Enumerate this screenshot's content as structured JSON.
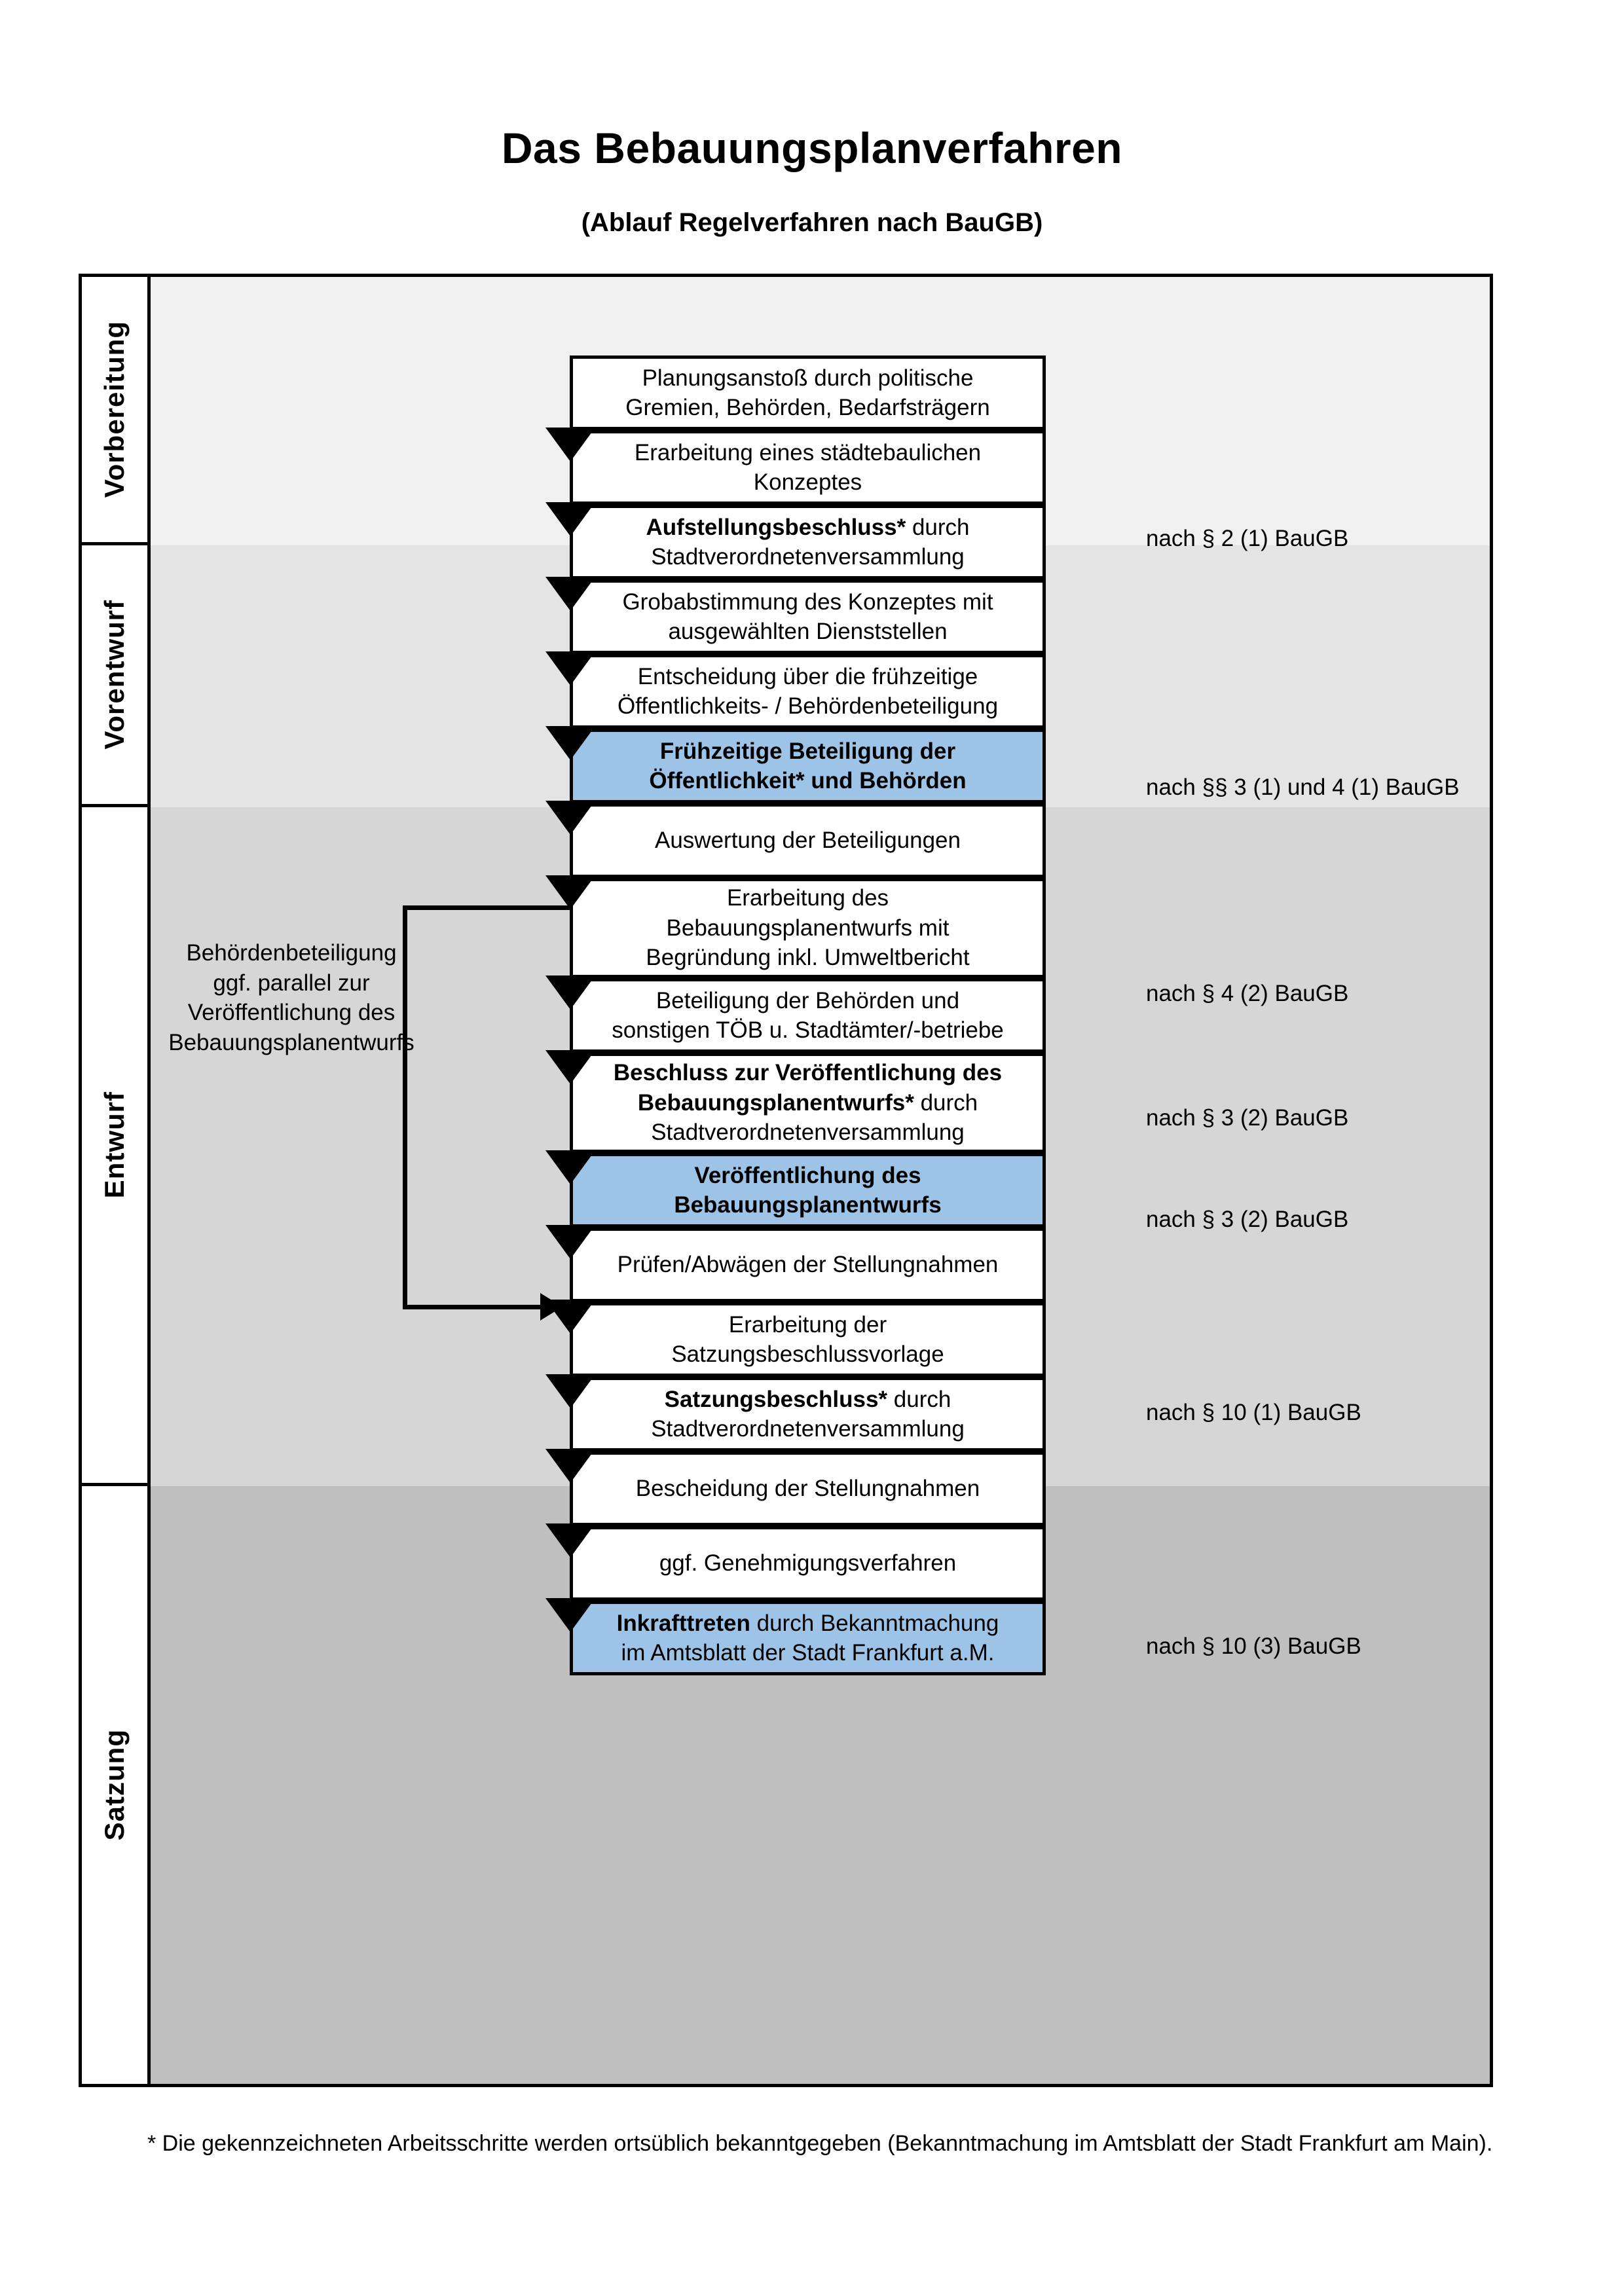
{
  "header": {
    "title": "Das Bebauungsplanverfahren",
    "subtitle": "(Ablauf Regelverfahren nach BauGB)"
  },
  "colors": {
    "highlight_box": "#9DC3E6",
    "band_vorbereitung": "#F0F0F0",
    "band_vorentwurf": "#E4E4E4",
    "band_entwurf": "#D6D6D6",
    "band_satzung": "#BFBFBF",
    "outline": "#000000"
  },
  "phases": [
    {
      "label": "Vorbereitung"
    },
    {
      "label": "Vorentwurf"
    },
    {
      "label": "Entwurf"
    },
    {
      "label": "Satzung"
    }
  ],
  "steps": [
    {
      "id": "planungsanstoss",
      "phase": "Vorbereitung",
      "highlight": false,
      "lines": [
        {
          "text": "Planungsanstoß durch politische",
          "bold": false
        },
        {
          "text": "Gremien, Behörden, Bedarfsträgern",
          "bold": false
        }
      ]
    },
    {
      "id": "staedtebauliches-konzept",
      "phase": "Vorbereitung",
      "highlight": false,
      "lines": [
        {
          "text": "Erarbeitung eines städtebaulichen",
          "bold": false
        },
        {
          "text": "Konzeptes",
          "bold": false
        }
      ]
    },
    {
      "id": "aufstellungsbeschluss",
      "phase": "Vorbereitung",
      "highlight": false,
      "lines": [
        {
          "text": "Aufstellungsbeschluss*",
          "bold": true
        },
        {
          "text": " durch",
          "bold": false
        },
        {
          "text": "Stadtverordnetenversammlung",
          "bold": false
        }
      ]
    },
    {
      "id": "grobabstimmung",
      "phase": "Vorentwurf",
      "highlight": false,
      "lines": [
        {
          "text": "Grobabstimmung des Konzeptes mit",
          "bold": false
        },
        {
          "text": "ausgewählten Dienststellen",
          "bold": false
        }
      ]
    },
    {
      "id": "entscheidung-fruehzeitige",
      "phase": "Vorentwurf",
      "highlight": false,
      "lines": [
        {
          "text": "Entscheidung über die frühzeitige",
          "bold": false
        },
        {
          "text": "Öffentlichkeits- / Behördenbeteiligung",
          "bold": false
        }
      ]
    },
    {
      "id": "fruehzeitige-beteiligung",
      "phase": "Vorentwurf",
      "highlight": true,
      "lines": [
        {
          "text": "Frühzeitige Beteiligung der",
          "bold": true
        },
        {
          "text": "Öffentlichkeit* und Behörden",
          "bold": true
        }
      ]
    },
    {
      "id": "auswertung-beteiligungen",
      "phase": "Entwurf",
      "highlight": false,
      "lines": [
        {
          "text": "Auswertung der Beteiligungen",
          "bold": false
        }
      ]
    },
    {
      "id": "erarbeitung-bplanentwurf",
      "phase": "Entwurf",
      "highlight": false,
      "lines": [
        {
          "text": "Erarbeitung des",
          "bold": false
        },
        {
          "text": "Bebauungsplanentwurfs mit",
          "bold": false
        },
        {
          "text": "Begründung inkl. Umweltbericht",
          "bold": false
        }
      ]
    },
    {
      "id": "beteiligung-behoerden-toeb",
      "phase": "Entwurf",
      "highlight": false,
      "lines": [
        {
          "text": "Beteiligung der Behörden und",
          "bold": false
        },
        {
          "text": "sonstigen TÖB u. Stadtämter/-betriebe",
          "bold": false
        }
      ]
    },
    {
      "id": "beschluss-veroeffentlichung",
      "phase": "Entwurf",
      "highlight": false,
      "lines": [
        {
          "text": "Beschluss zur Veröffentlichung des",
          "bold": true
        },
        {
          "text": "Bebauungsplanentwurfs*",
          "bold": true
        },
        {
          "text": " durch",
          "bold": false
        },
        {
          "text": "Stadtverordnetenversammlung",
          "bold": false
        }
      ]
    },
    {
      "id": "veroeffentlichung-bplanentwurf",
      "phase": "Entwurf",
      "highlight": true,
      "lines": [
        {
          "text": "Veröffentlichung des",
          "bold": true
        },
        {
          "text": "Bebauungsplanentwurfs",
          "bold": true
        }
      ]
    },
    {
      "id": "pruefen-abwaegen",
      "phase": "Satzung",
      "highlight": false,
      "lines": [
        {
          "text": "Prüfen/Abwägen der Stellungnahmen",
          "bold": false
        }
      ]
    },
    {
      "id": "erarbeitung-satzungsvorlage",
      "phase": "Satzung",
      "highlight": false,
      "lines": [
        {
          "text": "Erarbeitung der",
          "bold": false
        },
        {
          "text": "Satzungsbeschlussvorlage",
          "bold": false
        }
      ]
    },
    {
      "id": "satzungsbeschluss",
      "phase": "Satzung",
      "highlight": false,
      "lines": [
        {
          "text": "Satzungsbeschluss*",
          "bold": true
        },
        {
          "text": " durch",
          "bold": false
        },
        {
          "text": "Stadtverordnetenversammlung",
          "bold": false
        }
      ]
    },
    {
      "id": "bescheidung-stellungnahmen",
      "phase": "Satzung",
      "highlight": false,
      "lines": [
        {
          "text": "Bescheidung der Stellungnahmen",
          "bold": false
        }
      ]
    },
    {
      "id": "genehmigungsverfahren",
      "phase": "Satzung",
      "highlight": false,
      "lines": [
        {
          "text": "ggf. Genehmigungsverfahren",
          "bold": false
        }
      ]
    },
    {
      "id": "inkrafttreten",
      "phase": "Satzung",
      "highlight": true,
      "lines": [
        {
          "text": "Inkrafttreten",
          "bold": true
        },
        {
          "text": " durch Bekanntmachung",
          "bold": false
        },
        {
          "text": "im Amtsblatt der Stadt Frankfurt a.M.",
          "bold": false
        }
      ]
    }
  ],
  "step_text": {
    "planungsanstoss_l1": "Planungsanstoß durch politische",
    "planungsanstoss_l2": "Gremien, Behörden, Bedarfsträgern",
    "konzept_l1": "Erarbeitung eines städtebaulichen",
    "konzept_l2": "Konzeptes",
    "aufstellung_b": "Aufstellungsbeschluss*",
    "aufstellung_n": " durch",
    "aufstellung_l2": "Stadtverordnetenversammlung",
    "grobabstimmung_l1": "Grobabstimmung des Konzeptes mit",
    "grobabstimmung_l2": "ausgewählten Dienststellen",
    "entscheidung_l1": "Entscheidung über die frühzeitige",
    "entscheidung_l2": "Öffentlichkeits- / Behördenbeteiligung",
    "fruehbeteiligung_l1": "Frühzeitige Beteiligung der",
    "fruehbeteiligung_l2": "Öffentlichkeit* und Behörden",
    "auswertung_l1": "Auswertung der Beteiligungen",
    "erarbeitung_l1": "Erarbeitung des",
    "erarbeitung_l2": "Bebauungsplanentwurfs mit",
    "erarbeitung_l3": "Begründung inkl. Umweltbericht",
    "toeb_l1": "Beteiligung der Behörden und",
    "toeb_l2": "sonstigen TÖB u. Stadtämter/-betriebe",
    "beschluss_b1": "Beschluss zur Veröffentlichung des",
    "beschluss_b2": "Bebauungsplanentwurfs*",
    "beschluss_n2": " durch",
    "beschluss_l3": "Stadtverordnetenversammlung",
    "veroeff_l1": "Veröffentlichung des",
    "veroeff_l2": "Bebauungsplanentwurfs",
    "pruefen_l1": "Prüfen/Abwägen der Stellungnahmen",
    "satzungsvorlage_l1": "Erarbeitung der",
    "satzungsvorlage_l2": "Satzungsbeschlussvorlage",
    "satzungsbeschluss_b": "Satzungsbeschluss*",
    "satzungsbeschluss_n": " durch",
    "satzungsbeschluss_l2": "Stadtverordnetenversammlung",
    "bescheidung_l1": "Bescheidung der Stellungnahmen",
    "genehmigung_l1": "ggf. Genehmigungsverfahren",
    "inkraft_b": "Inkrafttreten",
    "inkraft_n": " durch Bekanntmachung",
    "inkraft_l2": "im Amtsblatt der Stadt Frankfurt a.M."
  },
  "references": [
    {
      "id": "ref-2-1",
      "text": "nach § 2 (1) BauGB"
    },
    {
      "id": "ref-3-1-4-1",
      "text": "nach §§ 3 (1) und 4 (1) BauGB"
    },
    {
      "id": "ref-4-2",
      "text": "nach § 4 (2) BauGB"
    },
    {
      "id": "ref-3-2a",
      "text": "nach § 3 (2) BauGB"
    },
    {
      "id": "ref-3-2b",
      "text": "nach § 3 (2) BauGB"
    },
    {
      "id": "ref-10-1",
      "text": "nach § 10 (1) BauGB"
    },
    {
      "id": "ref-10-3",
      "text": "nach § 10 (3) BauGB"
    }
  ],
  "sidenote": {
    "l1": "Behördenbeteiligung",
    "l2": "ggf. parallel zur",
    "l3": "Veröffentlichung des",
    "l4": "Bebauungsplanentwurfs"
  },
  "footnote": {
    "text": "* Die gekennzeichneten Arbeitsschritte werden ortsüblich bekanntgegeben (Bekanntmachung im Amtsblatt  der Stadt Frankfurt am Main)."
  }
}
